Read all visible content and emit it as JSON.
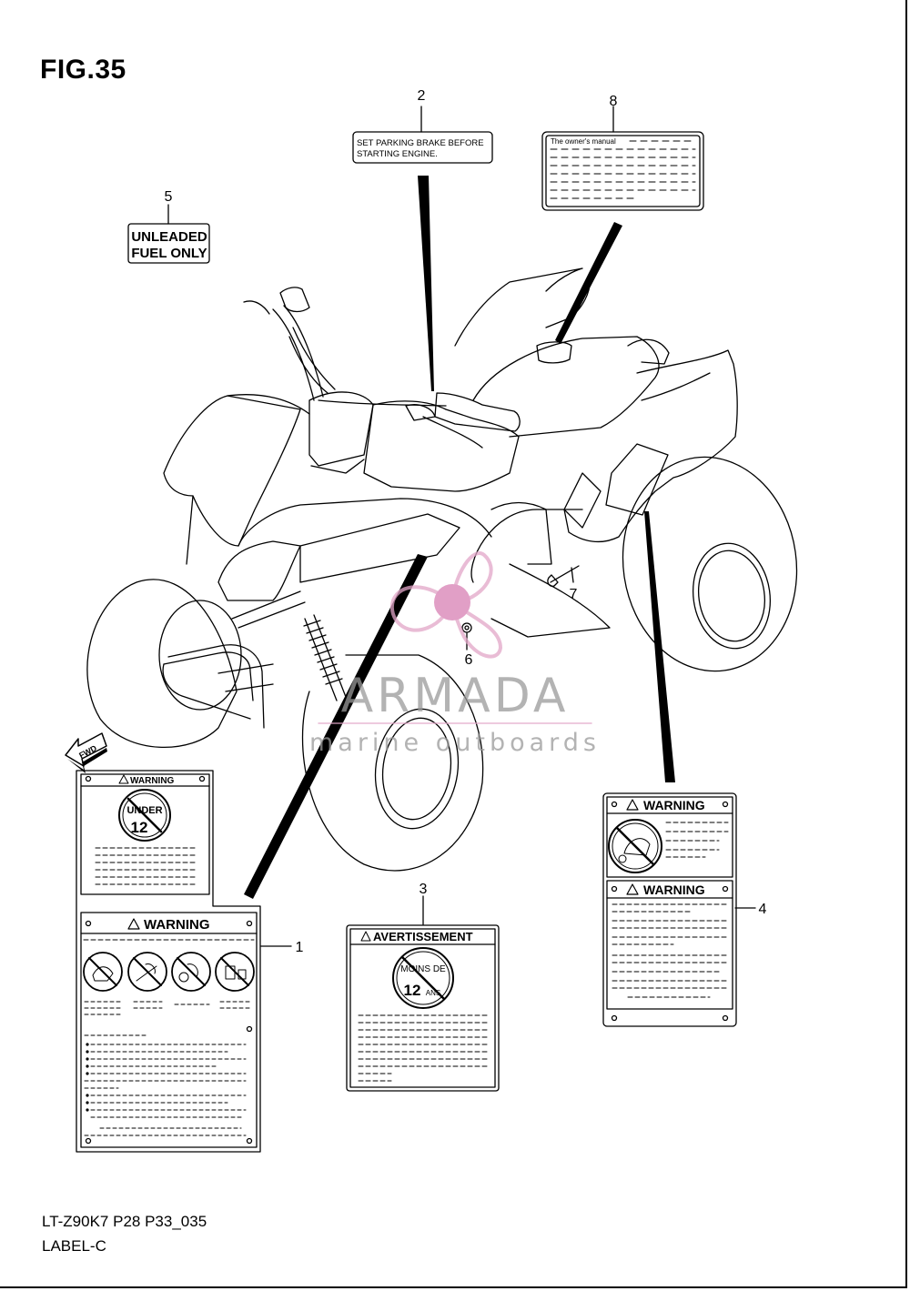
{
  "figure": {
    "title": "FIG.35",
    "code": "LT-Z90K7 P28 P33_035",
    "group": "LABEL-C"
  },
  "callouts": {
    "c1": "1",
    "c2": "2",
    "c3": "3",
    "c4": "4",
    "c5": "5",
    "c6": "6",
    "c7": "7",
    "c8": "8"
  },
  "labels": {
    "parking": {
      "line1": "SET PARKING BRAKE BEFORE",
      "line2": "STARTING ENGINE."
    },
    "manual": {
      "heading": "The owner's manual"
    },
    "fuel": {
      "line1": "UNLEADED",
      "line2": "FUEL ONLY"
    },
    "warning1": {
      "heading": "WARNING",
      "symbol_top": "UNDER",
      "symbol_num": "12"
    },
    "avertissement": {
      "heading": "AVERTISSEMENT",
      "symbol_top": "MOINS DE",
      "symbol_num": "12",
      "symbol_unit": "ANS"
    },
    "warning4": {
      "heading_top": "WARNING",
      "heading_bottom": "WARNING"
    }
  },
  "direction": {
    "fwd": "FWD"
  },
  "watermark": {
    "brand": "ARMADA",
    "tagline": "marine outboards"
  },
  "colors": {
    "line": "#000000",
    "watermark_text": "#9a9a9a",
    "watermark_logo": "#e2a6c8",
    "watermark_center": "#d77fb3"
  }
}
